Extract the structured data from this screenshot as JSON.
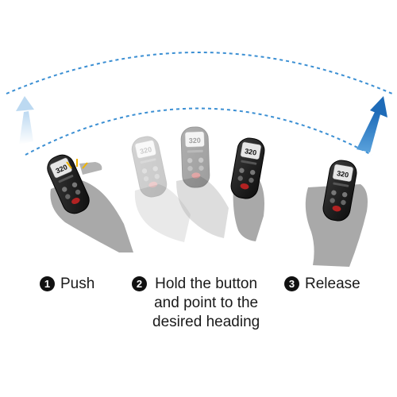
{
  "steps": [
    {
      "number": "1",
      "label": "Push"
    },
    {
      "number": "2",
      "label": "Hold the button\nand point to the\ndesired heading"
    },
    {
      "number": "3",
      "label": "Release"
    }
  ],
  "remote": {
    "screen_value": "320"
  },
  "colors": {
    "arc": "#3b8fd3",
    "arrow_start": "#d6e9f7",
    "arrow_end": "#1f6fbf",
    "remote_body": "#1e1e1e",
    "hand": "#a9a9a9",
    "button_red": "#b22222"
  },
  "icons": [
    "dashed-arc",
    "heading-arrow",
    "remote-control",
    "hand"
  ]
}
